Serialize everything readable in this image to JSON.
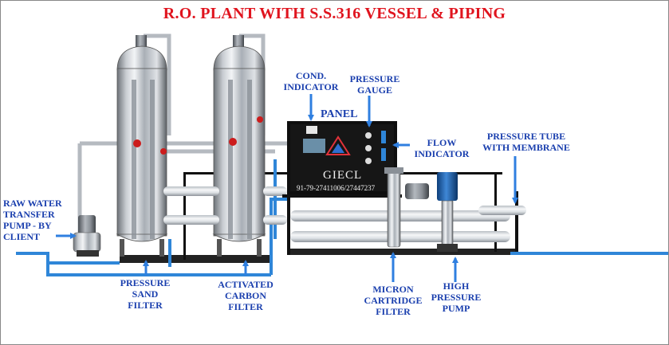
{
  "title": "R.O. PLANT WITH S.S.316 VESSEL & PIPING",
  "colors": {
    "title": "#e0141e",
    "label": "#1a3fae",
    "arrow": "#2f7fe0",
    "panel": "#101010",
    "steel": "#c9cdd2",
    "frame": "#111111",
    "pipe_blue": "#2f86d8"
  },
  "labels": {
    "cond_indicator": "COND.\nINDICATOR",
    "pressure_gauge": "PRESSURE\nGAUGE",
    "panel": "PANEL",
    "flow_indicator": "FLOW\nINDICATOR",
    "pressure_tube": "PRESSURE TUBE\nWITH MEMBRANE",
    "raw_water": "RAW WATER\nTRANSFER\nPUMP - BY\nCLIENT",
    "pressure_sand": "PRESSURE\nSAND\nFILTER",
    "activated_carbon": "ACTIVATED\nCARBON\nFILTER",
    "micron_cartridge": "MICRON\nCARTRIDGE\nFILTER",
    "high_pressure": "HIGH\nPRESSURE\nPUMP"
  },
  "panel_text": {
    "brand": "GIECL",
    "phone": "91-79-27411006/27447237"
  },
  "icons": [
    "arrow-icon",
    "vessel-icon",
    "pump-icon",
    "gauge-icon",
    "panel-logo-icon"
  ]
}
